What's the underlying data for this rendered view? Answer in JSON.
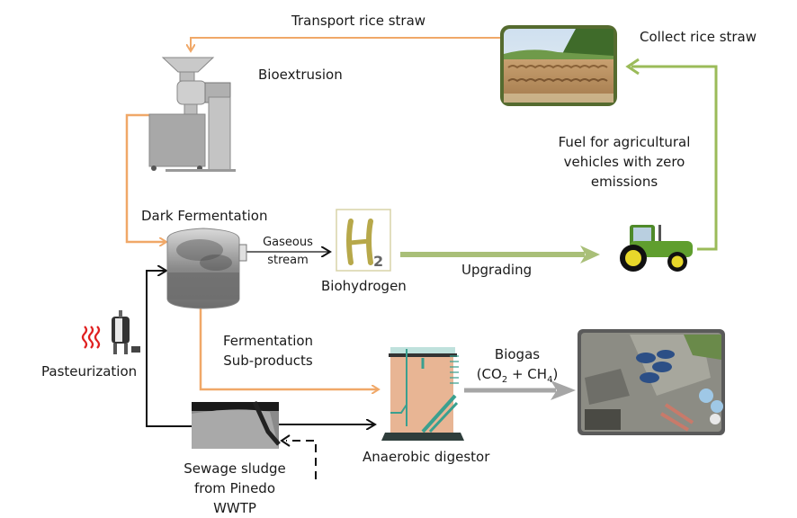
{
  "diagram": {
    "labels": {
      "transport": "Transport  rice straw",
      "collect": "Collect rice straw",
      "bioextrusion": "Bioextrusion",
      "fuel_line1": "Fuel for agricultural",
      "fuel_line2": "vehicles with zero",
      "fuel_line3": "emissions",
      "dark_fermentation": "Dark Fermentation",
      "gaseous_line1": "Gaseous",
      "gaseous_line2": "stream",
      "biohydrogen": "Biohydrogen",
      "upgrading": "Upgrading",
      "pasteurization": "Pasteurization",
      "subproducts_line1": "Fermentation",
      "subproducts_line2": "Sub-products",
      "biogas_line1": "Biogas",
      "biogas_paren_open": "(CO",
      "biogas_sub1": "2",
      "biogas_plus": " + CH",
      "biogas_sub2": "4",
      "biogas_paren_close": ")",
      "anaerobic": "Anaerobic digestor",
      "sewage_line1": "Sewage sludge",
      "sewage_line2": "from Pinedo",
      "sewage_line3": "WWTP"
    },
    "h2_symbol": "H",
    "h2_sub": "2",
    "colors": {
      "orange_flow": "#f0a868",
      "green_flow": "#9bbb59",
      "black_flow": "#111111",
      "gray_flow": "#a6a6a6",
      "heat_waves": "#e02020"
    }
  }
}
